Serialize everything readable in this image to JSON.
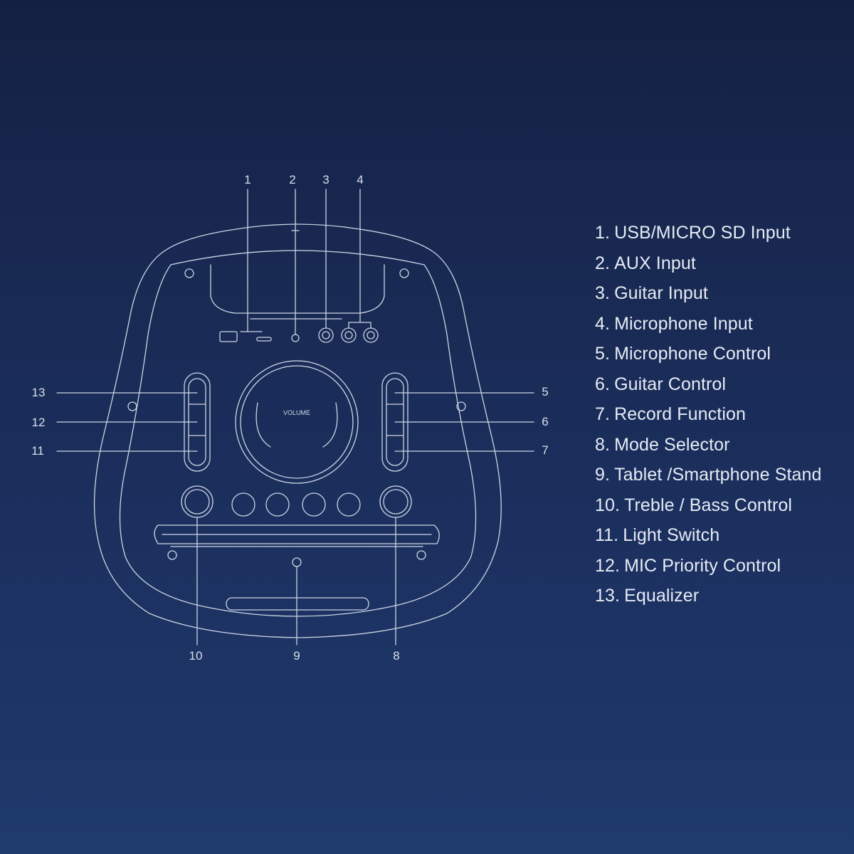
{
  "diagram": {
    "callouts": {
      "top": [
        "1",
        "2",
        "3",
        "4"
      ],
      "left": [
        "13",
        "12",
        "11"
      ],
      "right": [
        "5",
        "6",
        "7"
      ],
      "bottom": [
        "10",
        "9",
        "8"
      ]
    },
    "panel_labels": {
      "volume": "VOLUME"
    }
  },
  "legend": [
    {
      "num": "1.",
      "label": "USB/MICRO SD Input"
    },
    {
      "num": "2.",
      "label": "AUX Input"
    },
    {
      "num": "3.",
      "label": "Guitar Input"
    },
    {
      "num": "4.",
      "label": "Microphone Input"
    },
    {
      "num": "5.",
      "label": "Microphone Control"
    },
    {
      "num": "6.",
      "label": "Guitar Control"
    },
    {
      "num": "7.",
      "label": "Record Function"
    },
    {
      "num": "8.",
      "label": "Mode Selector"
    },
    {
      "num": "9.",
      "label": "Tablet /Smartphone Stand"
    },
    {
      "num": "10.",
      "label": "Treble / Bass Control"
    },
    {
      "num": "11.",
      "label": "Light Switch"
    },
    {
      "num": "12.",
      "label": "MIC Priority Control"
    },
    {
      "num": "13.",
      "label": "Equalizer"
    }
  ],
  "colors": {
    "line": "#cdd5e4",
    "text": "#e6ebf5"
  }
}
